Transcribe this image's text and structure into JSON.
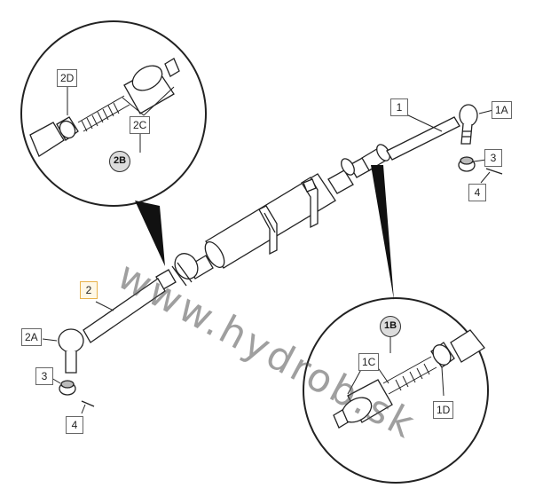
{
  "callouts": {
    "c1": "1",
    "c1A": "1A",
    "c1B": "1B",
    "c1C": "1C",
    "c1D": "1D",
    "c2": "2",
    "c2A": "2A",
    "c2B": "2B",
    "c2C": "2C",
    "c2D": "2D",
    "c3_right": "3",
    "c3_left": "3",
    "c4_right": "4",
    "c4_left": "4"
  },
  "watermark": "www.hydrob.sk",
  "colors": {
    "line": "#222222",
    "highlight_border": "#e8b24a",
    "circle_fill": "#dcdcdc"
  }
}
